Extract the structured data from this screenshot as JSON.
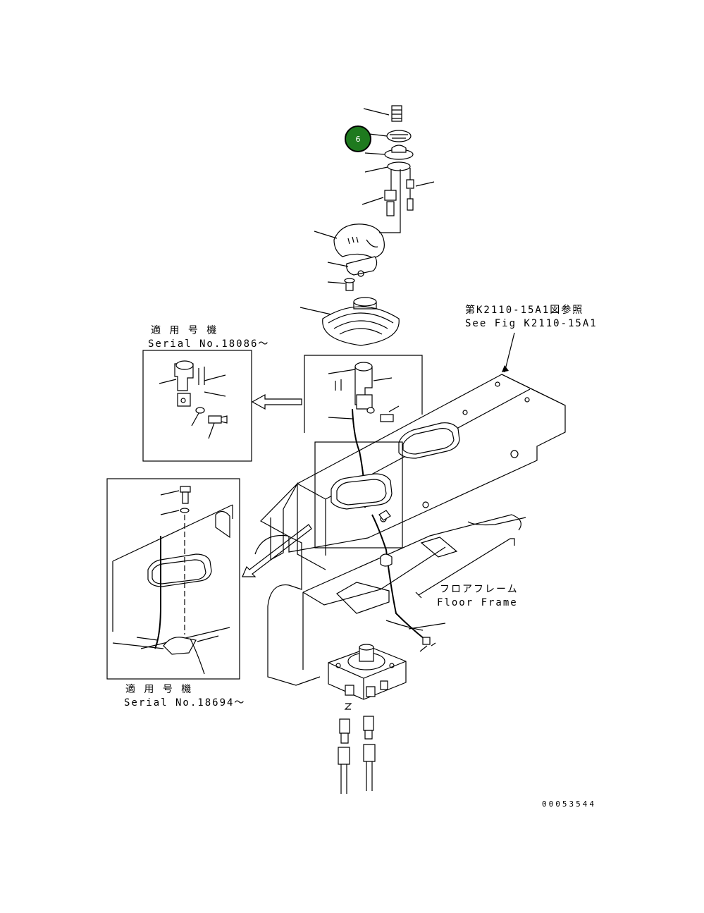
{
  "callout": {
    "number": "6",
    "color": "#1e7a1e"
  },
  "labels": {
    "see_fig_jp": "第K2110-15A1図参照",
    "see_fig_en": "See Fig K2110-15A1",
    "serial_1_jp": "適 用 号 機",
    "serial_1_en": "Serial No.18086～",
    "serial_2_jp": "適 用 号 機",
    "serial_2_en": "Serial No.18694～",
    "floor_frame_jp": "フロアフレーム",
    "floor_frame_en": "Floor Frame",
    "drawing_number": "00053544"
  }
}
